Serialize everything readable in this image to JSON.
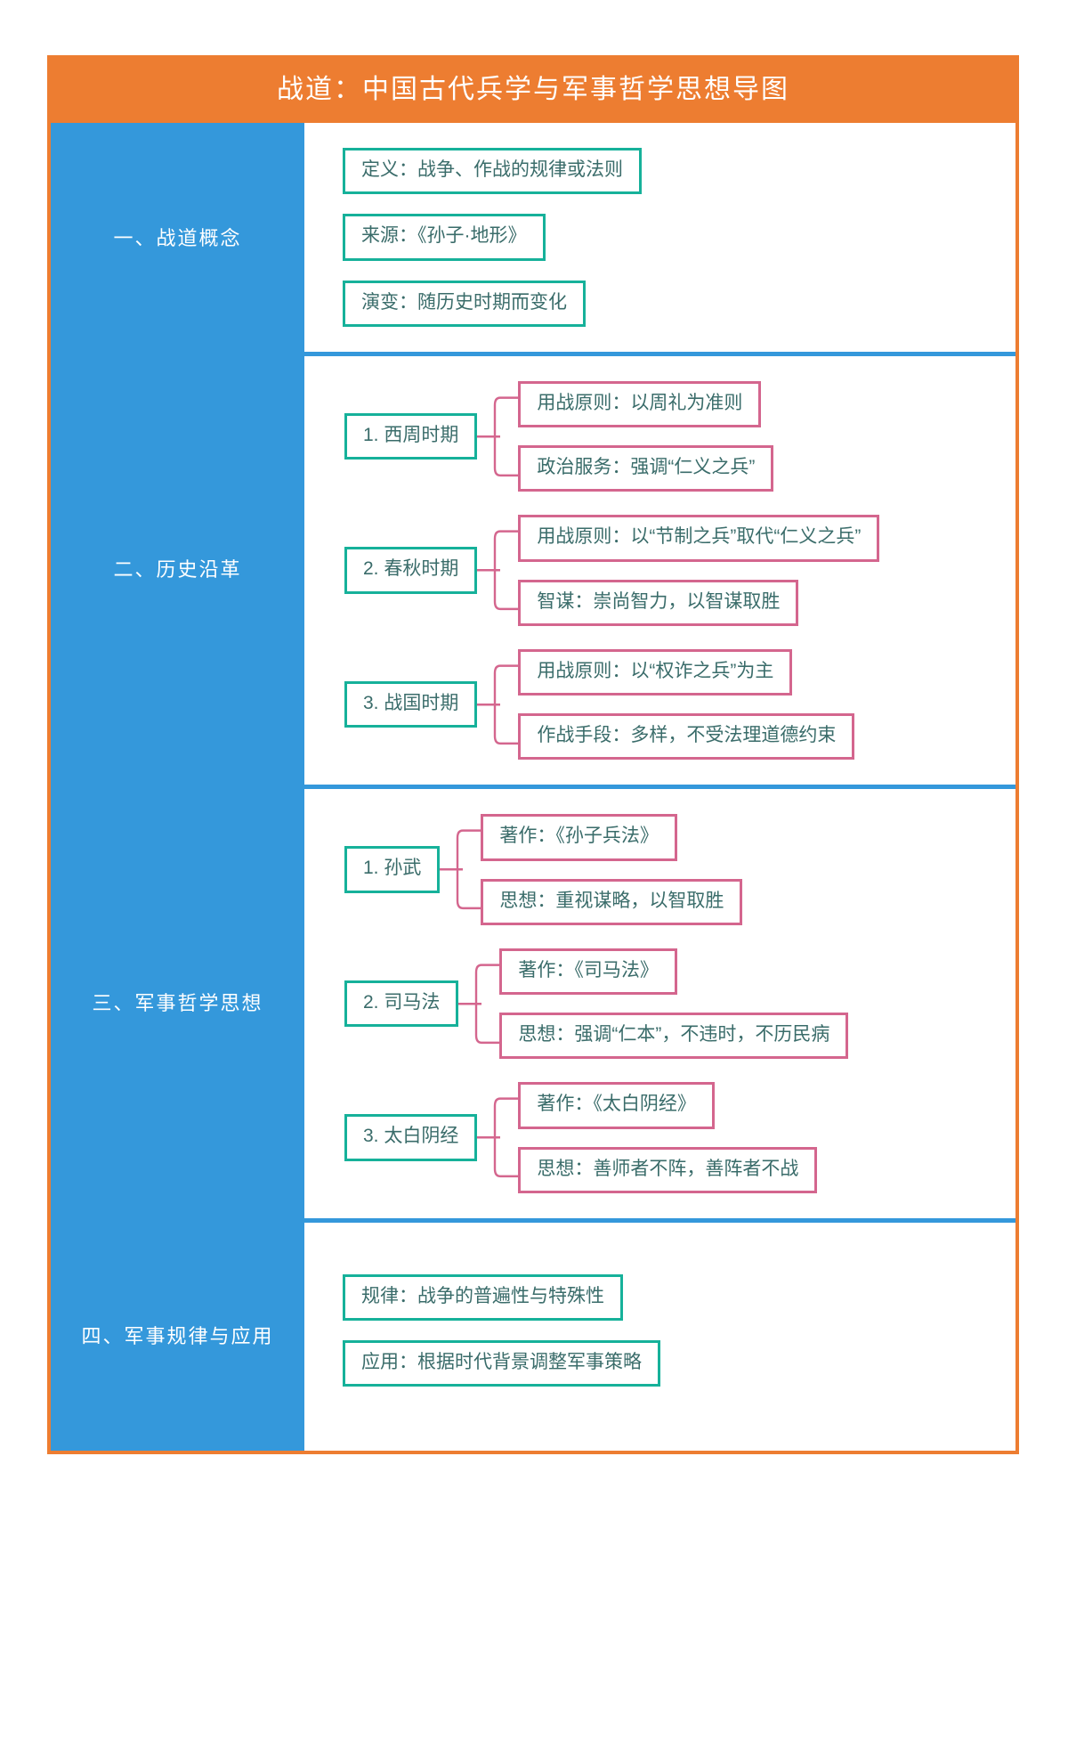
{
  "title": "战道：中国古代兵学与军事哲学思想导图",
  "colors": {
    "frame_orange": "#ED7D31",
    "sidebar_blue": "#3498DB",
    "node_green": "#16B19A",
    "node_pink": "#D4668E",
    "text_teal": "#3A6C6A"
  },
  "sections": [
    {
      "label": "一、战道概念",
      "type": "leaf",
      "leaves": [
        "定义：战争、作战的规律或法则",
        "来源：《孙子·地形》",
        "演变：随历史时期而变化"
      ]
    },
    {
      "label": "二、历史沿革",
      "type": "branch",
      "branches": [
        {
          "node": "1. 西周时期",
          "children": [
            "用战原则：以周礼为准则",
            "政治服务：强调“仁义之兵”"
          ]
        },
        {
          "node": "2. 春秋时期",
          "children": [
            "用战原则：以“节制之兵”取代“仁义之兵”",
            "智谋：崇尚智力，以智谋取胜"
          ]
        },
        {
          "node": "3. 战国时期",
          "children": [
            "用战原则：以“权诈之兵”为主",
            "作战手段：多样，不受法理道德约束"
          ]
        }
      ]
    },
    {
      "label": "三、军事哲学思想",
      "type": "branch",
      "branches": [
        {
          "node": "1. 孙武",
          "children": [
            "著作：《孙子兵法》",
            "思想：重视谋略，以智取胜"
          ]
        },
        {
          "node": "2. 司马法",
          "children": [
            "著作：《司马法》",
            "思想：强调“仁本”，不违时，不历民病"
          ]
        },
        {
          "node": "3. 太白阴经",
          "children": [
            "著作：《太白阴经》",
            "思想：善师者不阵，善阵者不战"
          ]
        }
      ]
    },
    {
      "label": "四、军事规律与应用",
      "type": "leaf",
      "leaves": [
        "规律：战争的普遍性与特殊性",
        "应用：根据时代背景调整军事策略"
      ]
    }
  ]
}
